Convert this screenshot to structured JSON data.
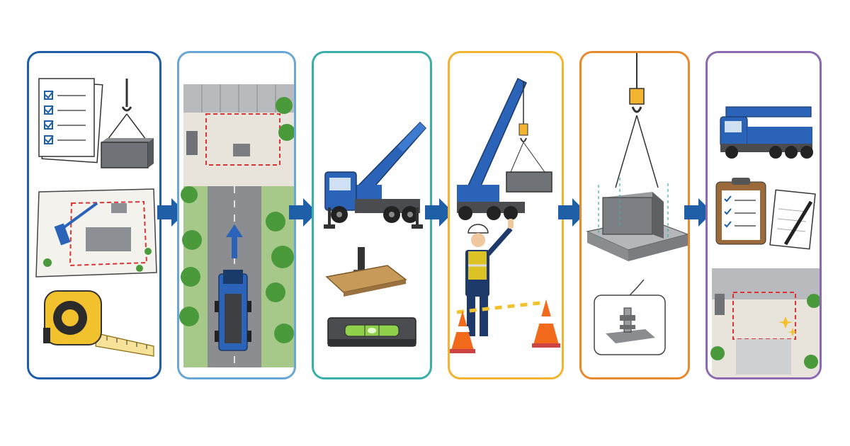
{
  "steps": [
    {
      "name": "planning-and-preparation",
      "border_color": "#1f5fa8"
    },
    {
      "name": "site-access-and-positioning",
      "border_color": "#6aa6d6"
    },
    {
      "name": "crane-setup-and-leveling",
      "border_color": "#3aafaa"
    },
    {
      "name": "safe-lifting-operation",
      "border_color": "#f2b431"
    },
    {
      "name": "placement-and-fixing",
      "border_color": "#e58a2e"
    },
    {
      "name": "inspection-and-completion",
      "border_color": "#8b6ab0"
    }
  ],
  "colors": {
    "crane_blue": "#2a63b8",
    "arrow_blue": "#1f5fa8",
    "safety_orange": "#f26a1b",
    "concrete_gray": "#9a9ca0",
    "tape_yellow": "#f2c12e",
    "tree_green": "#4a9a3c"
  },
  "icons": [
    "checklist-icon",
    "crane-hook-icon",
    "site-plan-icon",
    "tape-measure-icon",
    "truck-crane-icon",
    "outrigger-pad-icon",
    "spirit-level-icon",
    "signal-worker-icon",
    "traffic-cone-icon",
    "anchor-bolt-icon",
    "clipboard-icon",
    "notepad-icon"
  ]
}
